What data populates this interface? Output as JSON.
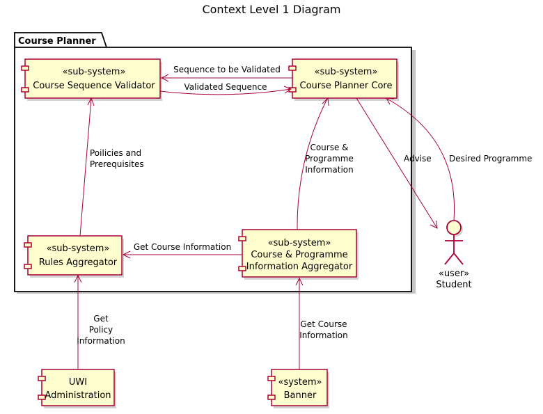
{
  "title": "Context Level 1 Diagram",
  "package": {
    "label": "Course Planner"
  },
  "components": {
    "validator": {
      "stereotype": "«sub-system»",
      "name": "Course Sequence Validator"
    },
    "core": {
      "stereotype": "«sub-system»",
      "name": "Course Planner Core"
    },
    "rules": {
      "stereotype": "«sub-system»",
      "name": "Rules Aggregator"
    },
    "info": {
      "stereotype": "«sub-system»",
      "name_line1": "Course & Programme",
      "name_line2": "Information Aggregator"
    },
    "uwi": {
      "name_line1": "UWI",
      "name_line2": "Administration"
    },
    "banner": {
      "stereotype": "«system»",
      "name": "Banner"
    }
  },
  "actor": {
    "stereotype": "«user»",
    "name": "Student"
  },
  "edges": {
    "seq_to_validate": "Sequence to be Validated",
    "validated_seq": "Validated Sequence",
    "policies_line1": "Poilicies and",
    "policies_line2": "Prerequisites",
    "course_info_line1": "Course &",
    "course_info_line2": "Programme",
    "course_info_line3": "Information",
    "advise": "Advise",
    "desired_programme": "Desired Programme",
    "get_course_info": "Get Course Information",
    "get_policy_line1": "Get",
    "get_policy_line2": "Policy",
    "get_policy_line3": "Information",
    "banner_line1": "Get Course",
    "banner_line2": "Information"
  },
  "colors": {
    "fill": "#FEFECE",
    "stroke": "#A80036"
  }
}
